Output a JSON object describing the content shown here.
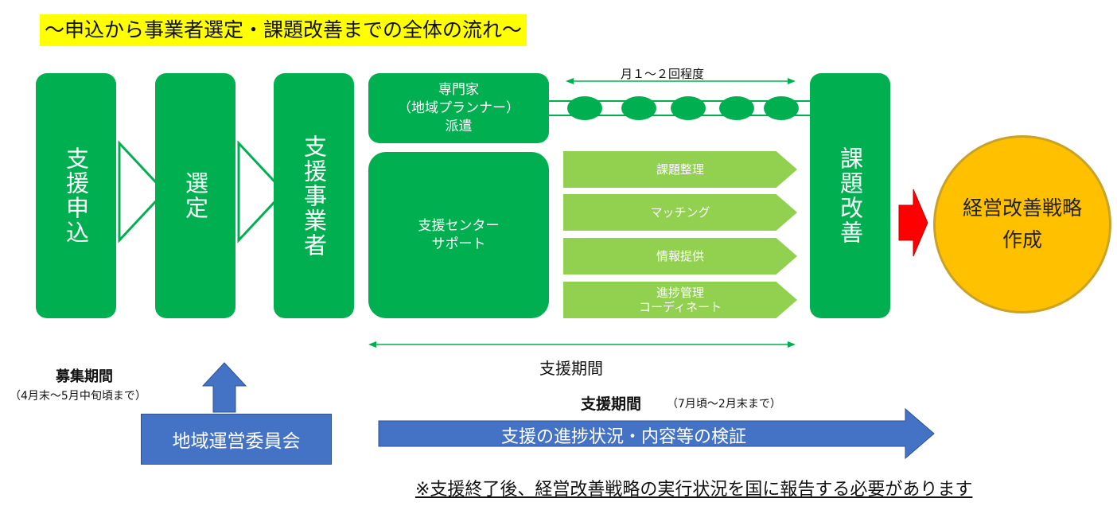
{
  "title": "～申込から事業者選定・課題改善までの全体の流れ～",
  "flow": {
    "apply": "支援申込",
    "select": "選定",
    "provider": "支援事業者",
    "expert": [
      "専門家",
      "（地域プランナー）",
      "派遣"
    ],
    "frequency": "月１～２回程度",
    "center": [
      "支援センター",
      "サポート"
    ],
    "tasks": [
      "課題整理",
      "マッチング",
      "情報提供",
      [
        "進捗管理",
        "コーディネート"
      ]
    ],
    "improve": "課題改善",
    "strategy": [
      "経営改善戦略",
      "作成"
    ],
    "support_period": "支援期間"
  },
  "bottom": {
    "recruit_label": "募集期間",
    "recruit_dates": "（4月末～5月中旬頃まで）",
    "committee": "地域運営委員会",
    "support_period_label": "支援期間",
    "support_period_dates": "（7月頃～2月末まで）",
    "verification": "支援の進捗状況・内容等の検証"
  },
  "note": "※支援終了後、経営改善戦略の実行状況を国に報告する必要があります",
  "colors": {
    "dark_green": "#00b050",
    "light_green": "#92d050",
    "blue": "#4472c4",
    "red": "#ff0000",
    "gold": "#ffc000",
    "highlight": "#ffff00"
  }
}
